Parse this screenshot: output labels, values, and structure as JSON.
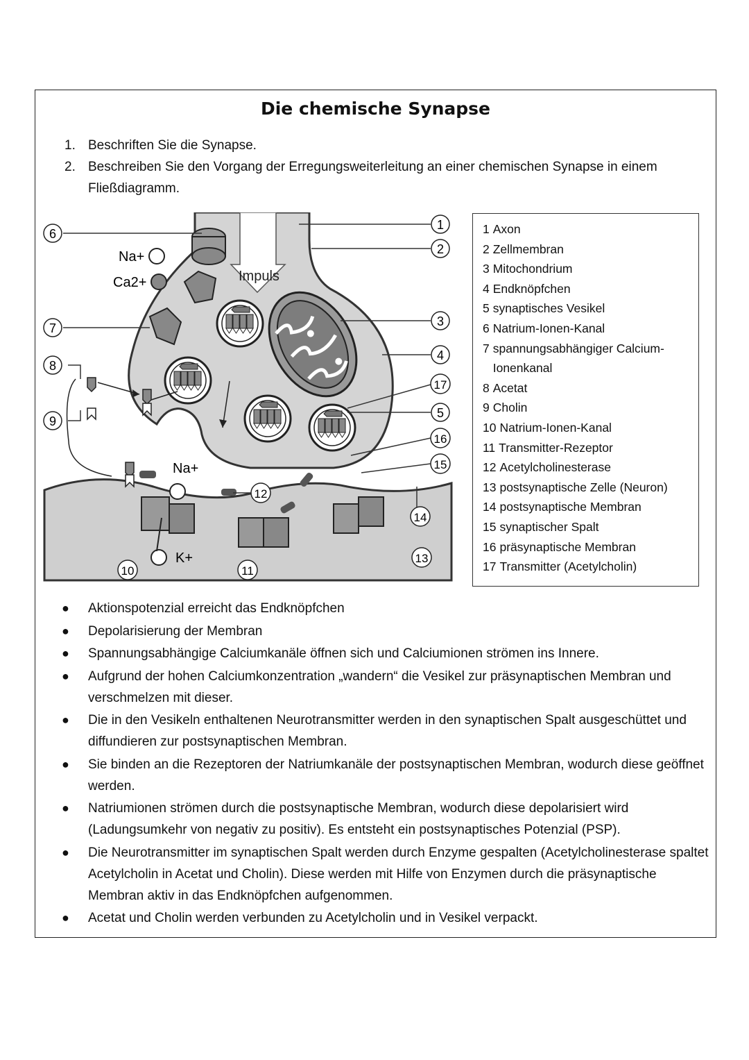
{
  "title": "Die chemische Synapse",
  "tasks": [
    {
      "num": "1.",
      "text": "Beschriften Sie die Synapse."
    },
    {
      "num": "2.",
      "text": "Beschreiben Sie den Vorgang der Erregungsweiterleitung an einer chemischen Synapse in einem Fließdiagramm."
    }
  ],
  "diagram": {
    "impulse_label": "Impuls",
    "ion_labels": {
      "na_top": "Na+",
      "ca": "Ca2+",
      "na_cleft": "Na+",
      "k": "K+"
    },
    "markers": [
      "1",
      "2",
      "3",
      "4",
      "5",
      "6",
      "7",
      "8",
      "9",
      "10",
      "11",
      "12",
      "13",
      "14",
      "15",
      "16",
      "17"
    ]
  },
  "legend": [
    {
      "num": "1",
      "text": "Axon"
    },
    {
      "num": "2",
      "text": "Zellmembran"
    },
    {
      "num": "3",
      "text": "Mitochondrium"
    },
    {
      "num": "4",
      "text": "Endknöpfchen"
    },
    {
      "num": "5",
      "text": "synaptisches Vesikel"
    },
    {
      "num": "6",
      "text": "Natrium-Ionen-Kanal"
    },
    {
      "num": "7",
      "text": "spannungsabhängiger Calcium-Ionenkanal"
    },
    {
      "num": "8",
      "text": "Acetat"
    },
    {
      "num": "9",
      "text": "Cholin"
    },
    {
      "num": "10",
      "text": "Natrium-Ionen-Kanal"
    },
    {
      "num": "11",
      "text": "Transmitter-Rezeptor"
    },
    {
      "num": "12",
      "text": "Acetylcholinesterase"
    },
    {
      "num": "13",
      "text": "postsynaptische Zelle (Neuron)"
    },
    {
      "num": "14",
      "text": "postsynaptische Membran"
    },
    {
      "num": "15",
      "text": "synaptischer Spalt"
    },
    {
      "num": "16",
      "text": "präsynaptische Membran"
    },
    {
      "num": "17",
      "text": "Transmitter (Acetylcholin)"
    }
  ],
  "bullets": [
    "Aktionspotenzial erreicht das Endknöpfchen",
    "Depolarisierung der Membran",
    "Spannungsabhängige Calciumkanäle öffnen sich und Calciumionen strömen ins Innere.",
    "Aufgrund der hohen Calciumkonzentration „wandern“ die Vesikel zur präsynaptischen Membran und verschmelzen mit dieser.",
    "Die in den Vesikeln enthaltenen Neurotransmitter werden in den synaptischen Spalt ausgeschüttet und diffundieren zur postsynaptischen Membran.",
    "Sie binden an die Rezeptoren der Natriumkanäle der postsynaptischen Membran, wodurch diese geöffnet werden.",
    "Natriumionen strömen durch die postsynaptische Membran, wodurch diese depolarisiert wird (Ladungsumkehr von negativ zu positiv). Es entsteht ein postsynaptisches Potenzial (PSP).",
    "Die Neurotransmitter im synaptischen Spalt werden durch Enzyme gespalten (Acetylcholinesterase spaltet Acetylcholin in Acetat und Cholin). Diese werden mit Hilfe von Enzymen durch die präsynaptische Membran aktiv in das Endknöpfchen aufgenommen.",
    "Acetat und Cholin werden verbunden zu Acetylcholin und in Vesikel verpackt."
  ]
}
